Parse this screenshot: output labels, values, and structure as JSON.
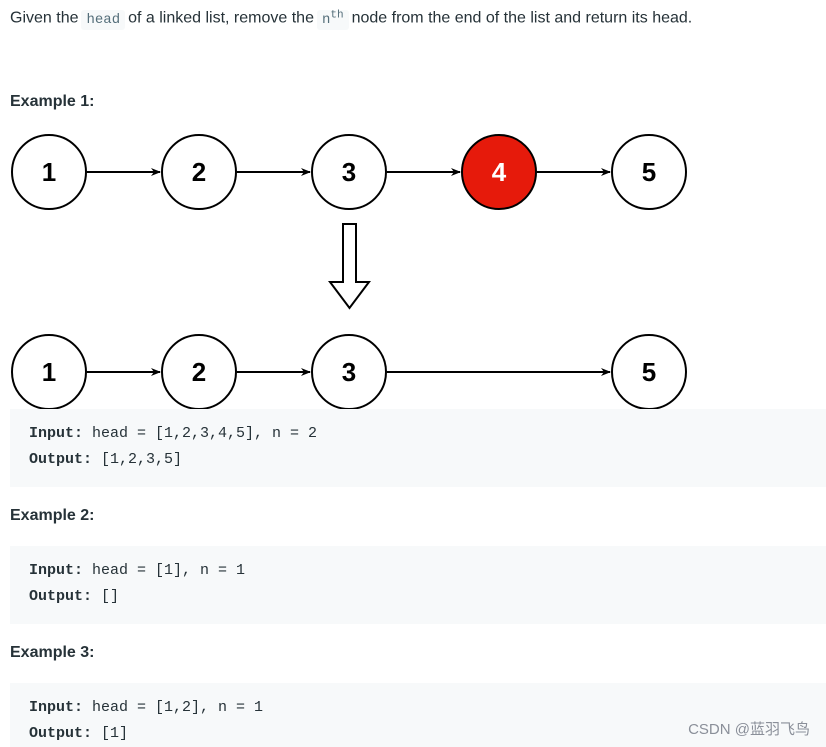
{
  "intro": {
    "before": "Given the",
    "code_head": "head",
    "middle": "of a linked list, remove the",
    "code_n": "n",
    "code_n_sup": "th",
    "after": "node from the end of the list and return its head."
  },
  "diagram": {
    "before": [
      "1",
      "2",
      "3",
      "4",
      "5"
    ],
    "highlighted": "4",
    "after": [
      "1",
      "2",
      "3",
      "5"
    ],
    "colors": {
      "highlight": "#e61a0b",
      "stroke": "#000000"
    }
  },
  "examples": [
    {
      "heading": "Example 1:",
      "input_label": "Input:",
      "input": " head = [1,2,3,4,5], n = 2",
      "output_label": "Output:",
      "output": " [1,2,3,5]"
    },
    {
      "heading": "Example 2:",
      "input_label": "Input:",
      "input": " head = [1], n = 1",
      "output_label": "Output:",
      "output": " []"
    },
    {
      "heading": "Example 3:",
      "input_label": "Input:",
      "input": " head = [1,2], n = 1",
      "output_label": "Output:",
      "output": " [1]"
    }
  ],
  "watermark": "CSDN @蓝羽飞鸟"
}
